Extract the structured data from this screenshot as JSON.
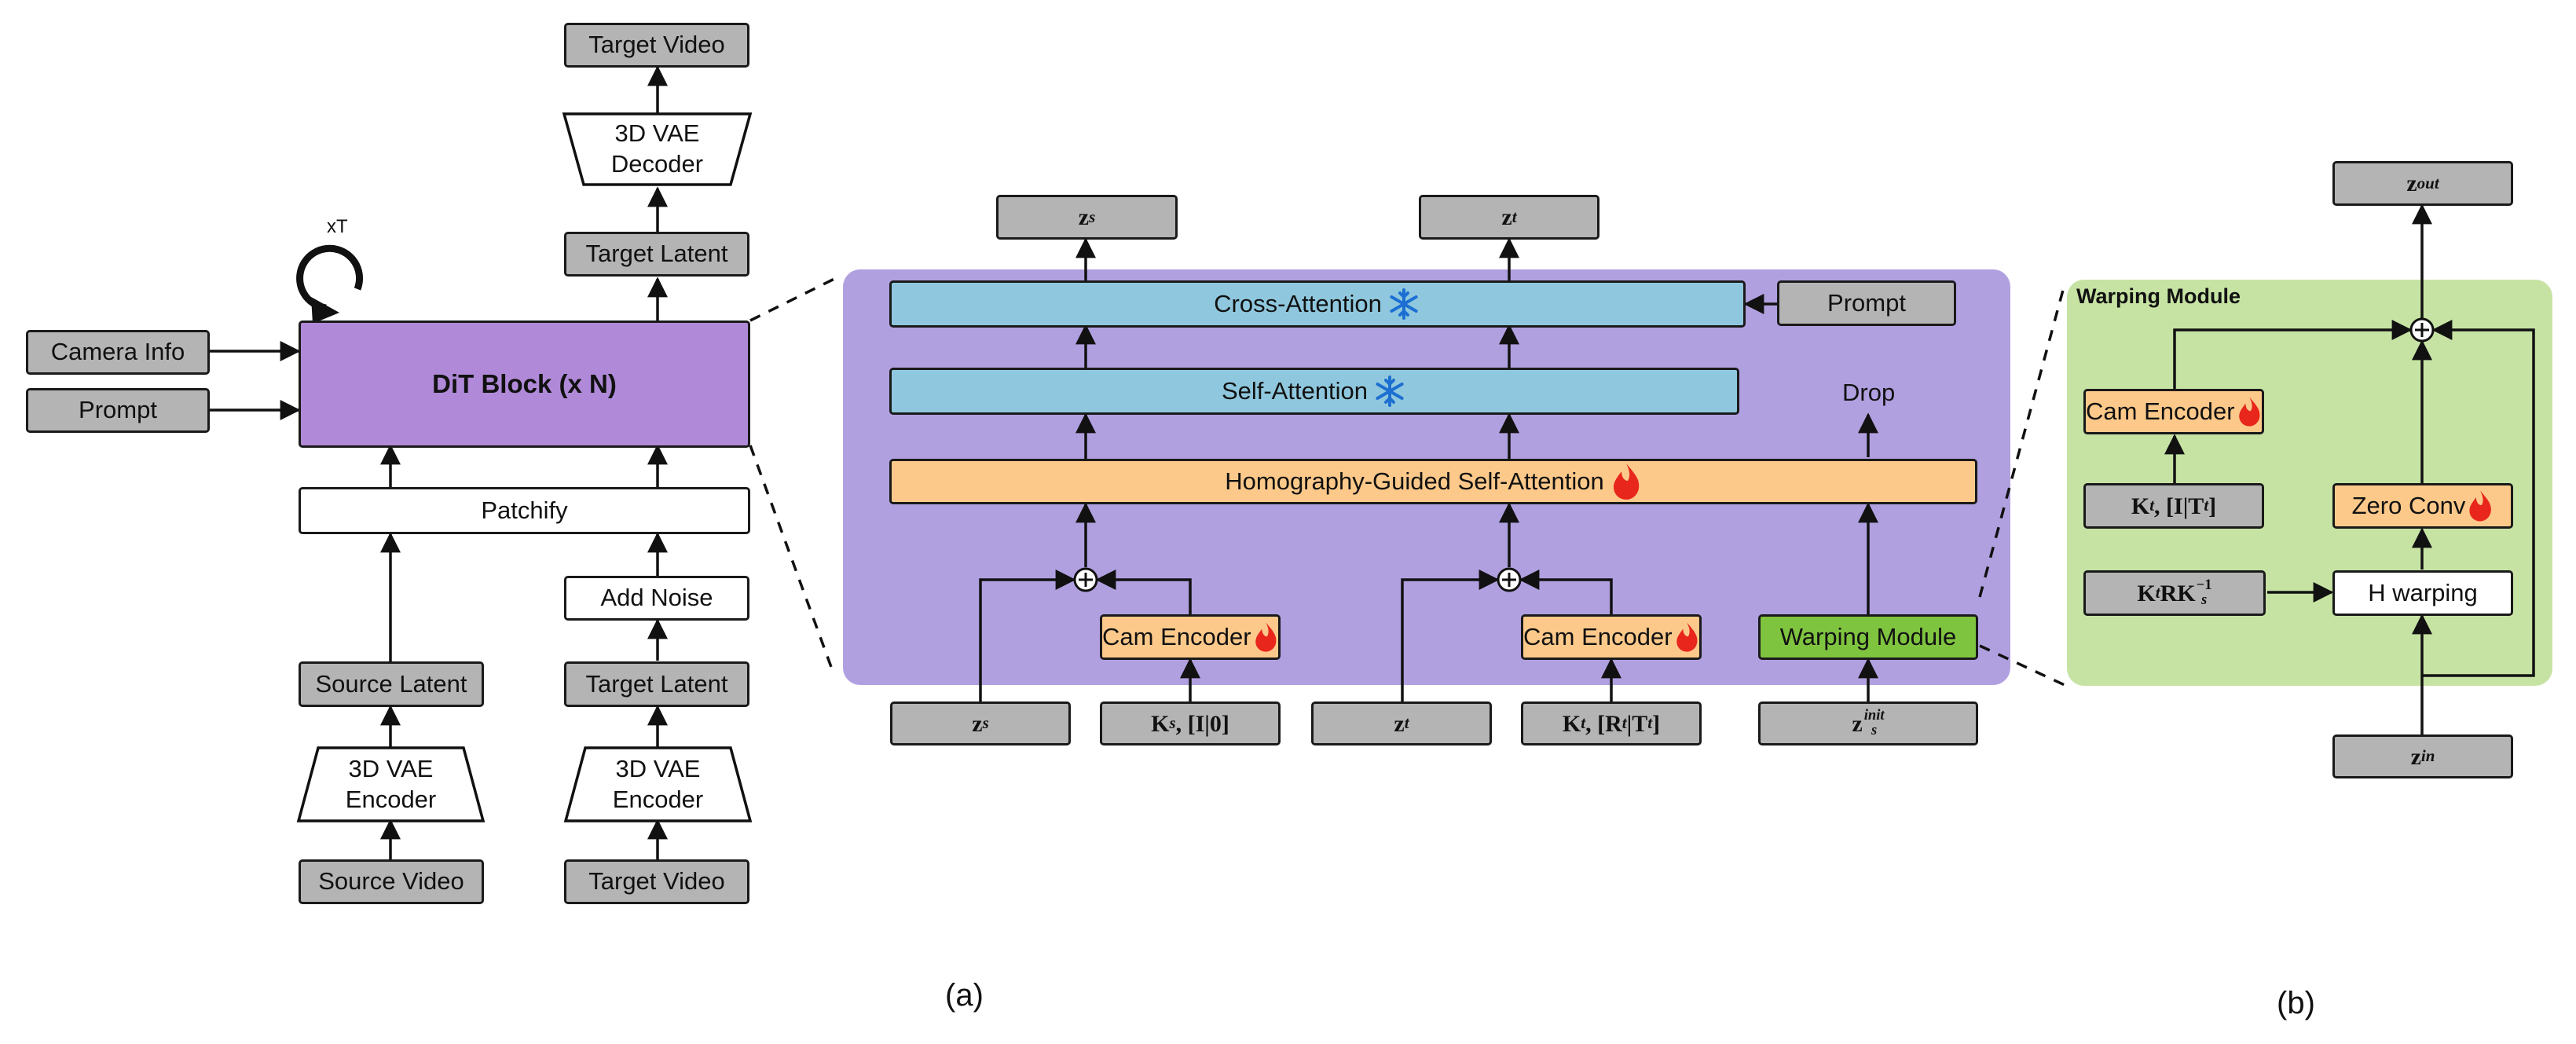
{
  "left": {
    "target_video_top": "Target Video",
    "vae_decoder": "3D VAE Decoder",
    "target_latent_top": "Target Latent",
    "loop_label": "xT",
    "dit_block": "DiT Block (x N)",
    "camera_info": "Camera Info",
    "prompt": "Prompt",
    "patchify": "Patchify",
    "add_noise": "Add Noise",
    "source_latent": "Source Latent",
    "target_latent_bottom": "Target Latent",
    "vae_encoder_left": "3D VAE Encoder",
    "vae_encoder_right": "3D VAE Encoder",
    "source_video": "Source Video",
    "target_video_bottom": "Target Video"
  },
  "middle": {
    "out_zs": "z",
    "out_zs_sub": "s",
    "out_zt": "z",
    "out_zt_sub": "t",
    "cross_attention": "Cross-Attention",
    "prompt": "Prompt",
    "self_attention": "Self-Attention",
    "drop": "Drop",
    "homography": "Homography-Guided Self-Attention",
    "cam_encoder_1": "Cam Encoder",
    "cam_encoder_2": "Cam Encoder",
    "warping_module": "Warping Module",
    "in_zs": "z",
    "in_zs_sub": "s",
    "in_ks": "K",
    "in_ks_sub": "s",
    "in_ks_rest": ", [I|0]",
    "in_zt": "z",
    "in_zt_sub": "t",
    "in_kt": "K",
    "in_kt_sub": "t",
    "in_kt_rest": ", [R",
    "in_kt_rest2": "|T",
    "in_kt_rest3": "]",
    "in_zinit": "z",
    "in_zinit_sub": "s",
    "in_zinit_sup": "init"
  },
  "right": {
    "title": "Warping Module",
    "z_out": "z",
    "z_out_sub": "out",
    "cam_encoder": "Cam Encoder",
    "kt_it": "K",
    "kt_it_sub": "t",
    "kt_it_rest": ", [I|T",
    "kt_it_rest_sub": "t",
    "kt_it_end": "]",
    "zero_conv": "Zero Conv",
    "krk": "K",
    "krk_sub": "t",
    "krk_mid": "RK",
    "krk_sub2": "s",
    "krk_sup": "−1",
    "h_warping": "H warping",
    "z_in": "z",
    "z_in_sub": "in"
  },
  "captions": {
    "a": "(a)",
    "b": "(b)"
  },
  "colors": {
    "purple_panel": "#b1a0e0",
    "green_panel": "#c6e3a4",
    "dit": "#b08ad8",
    "gray": "#b4b4b4",
    "orange": "#fdc98a",
    "blue": "#8fc8de",
    "green_box": "#7fc43f",
    "fire": "#e8261c",
    "snow": "#1d6fd1"
  }
}
